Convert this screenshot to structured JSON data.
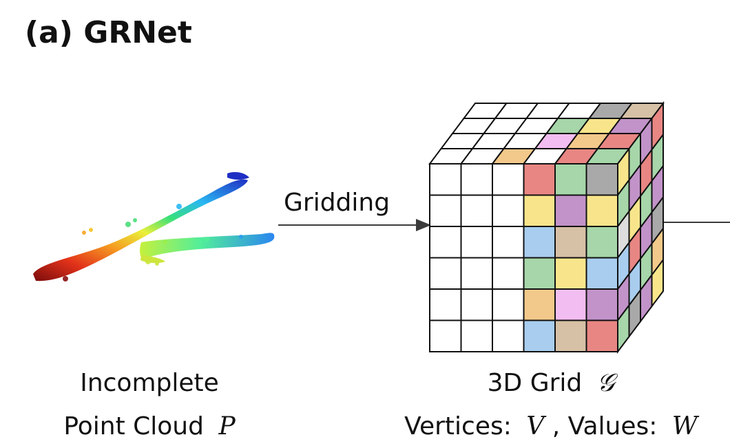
{
  "title": "(a) GRNet",
  "arrow_label": "Gridding",
  "point_cloud_label": {
    "line1": "Incomplete",
    "line2": "Point Cloud",
    "symbol": "P"
  },
  "grid_label": {
    "line1": "3D Grid",
    "grid_symbol": "𝒢",
    "vertices_label": "Vertices:",
    "vertices_symbol": "V",
    "values_label": ", Values:",
    "values_symbol": "W"
  },
  "colors": {
    "red": "#e88683",
    "green": "#a6d6a9",
    "gray": "#a9a9a9",
    "yellow": "#f8e58b",
    "purple": "#c293c9",
    "blue": "#a8cdee",
    "tan": "#d6c1a6",
    "orange": "#f2c98a",
    "pink": "#f2bdf0",
    "light_gray": "#dddddd",
    "white": "#ffffff"
  },
  "front_face_colors": [
    [
      "white",
      "white",
      "white",
      "red",
      "green",
      "gray"
    ],
    [
      "white",
      "white",
      "white",
      "yellow",
      "purple",
      "yellow"
    ],
    [
      "white",
      "white",
      "white",
      "blue",
      "tan",
      "green"
    ],
    [
      "white",
      "white",
      "white",
      "green",
      "yellow",
      "blue"
    ],
    [
      "white",
      "white",
      "white",
      "orange",
      "pink",
      "purple"
    ],
    [
      "white",
      "white",
      "white",
      "blue",
      "tan",
      "red"
    ]
  ],
  "top_face_colors": [
    [
      "white",
      "white",
      "white",
      "white",
      "gray",
      "tan"
    ],
    [
      "white",
      "white",
      "white",
      "green",
      "yellow",
      "purple"
    ],
    [
      "white",
      "white",
      "white",
      "pink",
      "orange",
      "red"
    ],
    [
      "white",
      "white",
      "orange",
      "white",
      "red",
      "green"
    ]
  ],
  "side_face_colors": [
    [
      "yellow",
      "green",
      "purple",
      "red"
    ],
    [
      "green",
      "purple",
      "red",
      "green"
    ],
    [
      "light_gray",
      "yellow",
      "green",
      "purple"
    ],
    [
      "blue",
      "red",
      "purple",
      "gray"
    ],
    [
      "purple",
      "blue",
      "green",
      "orange"
    ],
    [
      "green",
      "gray",
      "purple",
      "yellow"
    ]
  ]
}
